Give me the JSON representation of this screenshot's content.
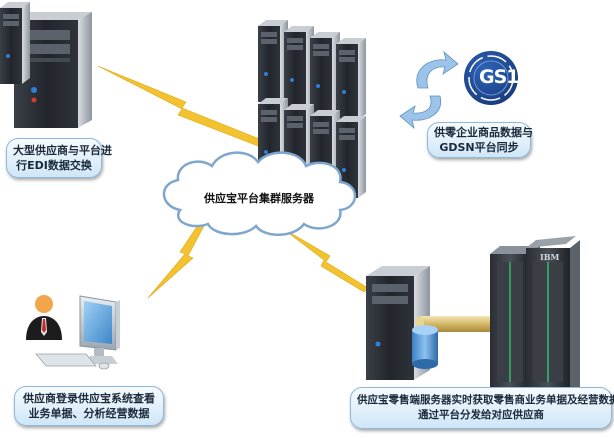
{
  "diagram": {
    "cloud_label": "供应宝平台集群服务器",
    "gs1_logo_text": "GS1",
    "ibm_logo_text": "IBM",
    "labels": {
      "edi": [
        "大型供应商与平台进",
        "行EDI数据交换"
      ],
      "gdsn": [
        "供零企业商品数据与",
        "GDSN平台同步"
      ],
      "supplier": [
        "供应商登录供应宝系统查看",
        "业务单据、分析经营数据"
      ],
      "retail": [
        "供应宝零售端服务器实时获取零售商业务单据及经营数据，",
        "通过平台分发给对应供应商"
      ]
    }
  },
  "colors": {
    "lightning": "#f2c230",
    "server_dark": "#2b2f36",
    "cloud_stroke": "#7fa6cc",
    "label_border": "#8fb8da",
    "gs1_blue": "#1f4f9f",
    "sync_arrow": "#9bc4e8"
  }
}
